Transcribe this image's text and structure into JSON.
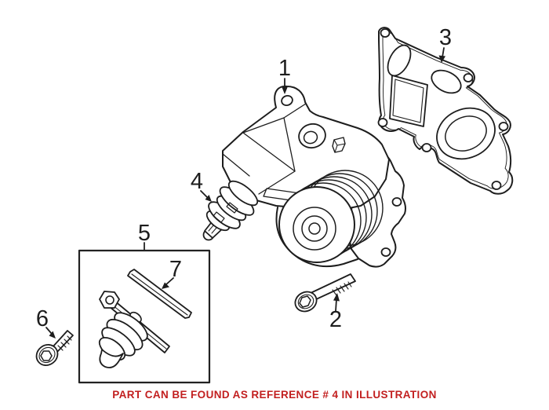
{
  "colors": {
    "background": "#ffffff",
    "line": "#1d1d1d",
    "note": "#c21f1f",
    "box": "#222222"
  },
  "callouts": {
    "water_pump": {
      "label": "1"
    },
    "bolt_long": {
      "label": "2"
    },
    "gasket": {
      "label": "3"
    },
    "thermostat": {
      "label": "4"
    },
    "kit_box": {
      "label": "5"
    },
    "bolt_small": {
      "label": "6"
    },
    "seal_strip": {
      "label": "7"
    }
  },
  "note": {
    "text": "PART CAN BE FOUND AS REFERENCE # 4 IN ILLUSTRATION"
  }
}
